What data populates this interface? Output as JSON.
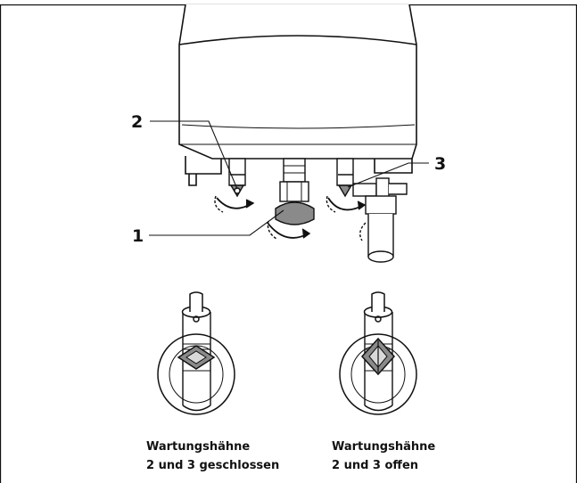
{
  "callouts": {
    "c1": "1",
    "c2": "2",
    "c3": "3"
  },
  "captions": {
    "closed": {
      "line1": "Wartungshähne",
      "line2": "2 und 3 geschlossen"
    },
    "open": {
      "line1": "Wartungshähne",
      "line2": "2 und 3 offen"
    }
  },
  "colors": {
    "line": "#111111",
    "grey": "#8a8a8a",
    "light": "#d9d9d9"
  }
}
